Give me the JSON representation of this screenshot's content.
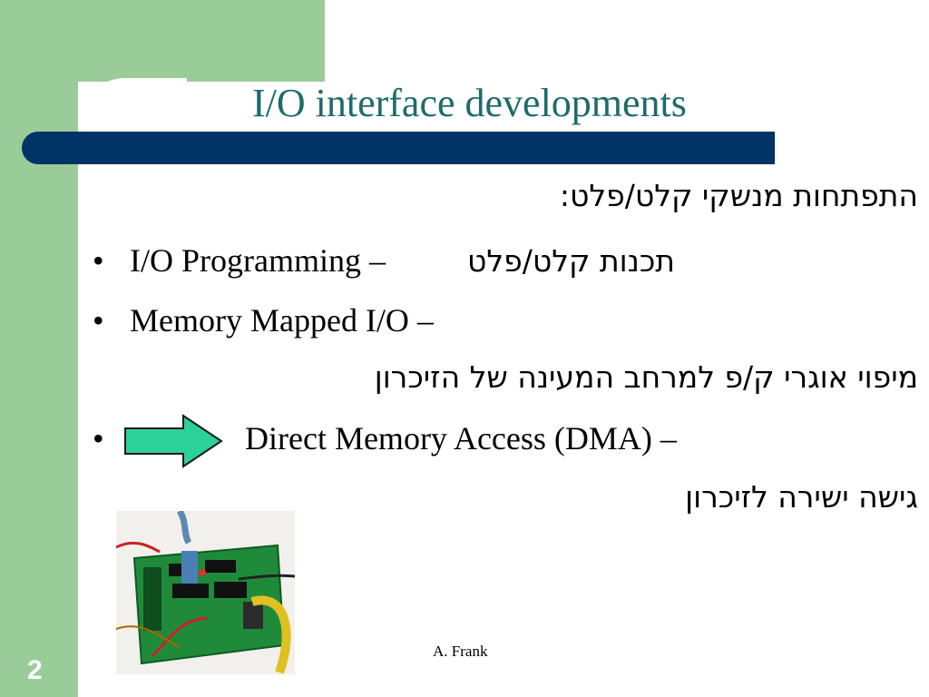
{
  "slide": {
    "title": "I/O interface developments",
    "hebrew_heading": "התפתחות מנשקי קלט/פלט:",
    "items": [
      {
        "bullet": "•",
        "text": "I/O Programming –",
        "hebrew": "תכנות קלט/פלט"
      },
      {
        "bullet": "•",
        "text": "Memory Mapped I/O –",
        "hebrew": "מיפוי אוגרי ק/פ למרחב המעינה של הזיכרון"
      },
      {
        "bullet": "•",
        "text": "Direct Memory Access (DMA) –",
        "hebrew": "גישה ישירה לזיכרון"
      }
    ],
    "footer": "A. Frank",
    "slide_number": "2"
  },
  "colors": {
    "sidebar": "#99cc99",
    "title_bar": "#003366",
    "title_text": "#1f6b6b",
    "arrow_fill": "#2dd19a"
  },
  "icons": {
    "arrow": "right-arrow-icon",
    "photo": "circuit-board-photo"
  }
}
